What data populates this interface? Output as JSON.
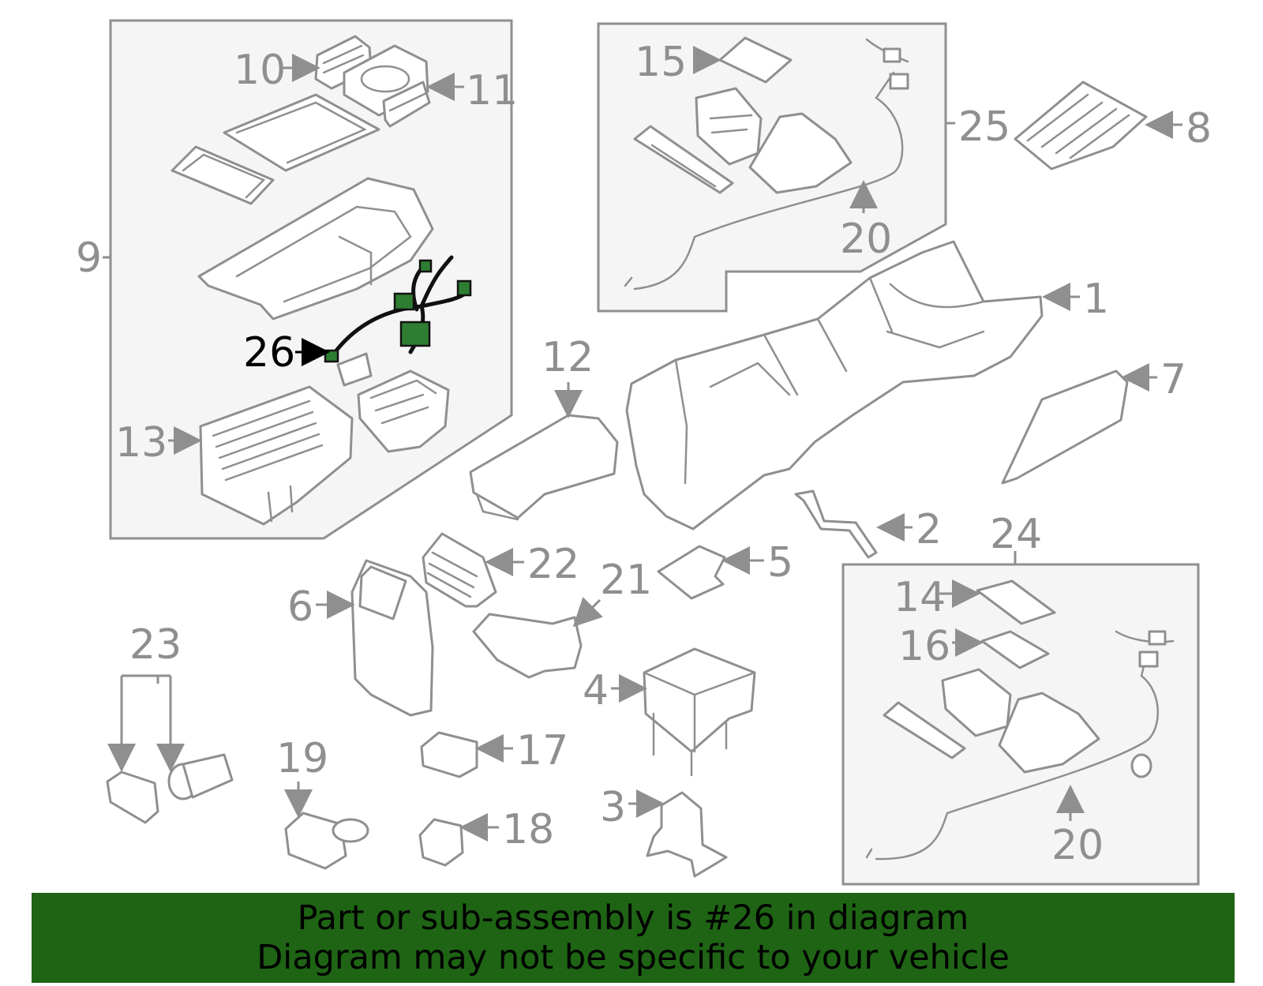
{
  "labels": {
    "p1": "1",
    "p2": "2",
    "p3": "3",
    "p4": "4",
    "p5": "5",
    "p6": "6",
    "p7": "7",
    "p8": "8",
    "p9": "9",
    "p10": "10",
    "p11": "11",
    "p12": "12",
    "p13": "13",
    "p14": "14",
    "p15": "15",
    "p16": "16",
    "p17": "17",
    "p18": "18",
    "p19": "19",
    "p20a": "20",
    "p20b": "20",
    "p21": "21",
    "p22": "22",
    "p23": "23",
    "p24": "24",
    "p25": "25",
    "p26": "26"
  },
  "highlight": {
    "part": "26",
    "color": "#2e7d32"
  },
  "banner": {
    "line1": "Part or sub-assembly is #26 in diagram",
    "line2": "Diagram may not be specific to your vehicle",
    "background": "#1e6414"
  }
}
